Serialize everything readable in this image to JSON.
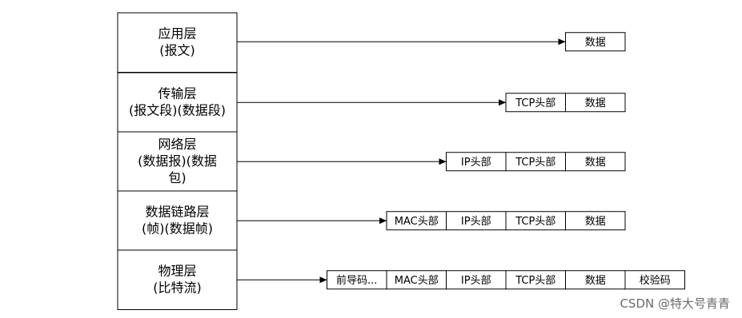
{
  "layers": [
    {
      "name": "应用层",
      "unit": [
        "(报文)"
      ],
      "segments": [
        "数据"
      ]
    },
    {
      "name": "传输层",
      "unit": [
        "(报文段)(数据段)"
      ],
      "segments": [
        "TCP头部",
        "数据"
      ]
    },
    {
      "name": "网络层",
      "unit": [
        "(数据报)(数据",
        "包)"
      ],
      "segments": [
        "IP头部",
        "TCP头部",
        "数据"
      ]
    },
    {
      "name": "数据链路层",
      "unit": [
        "(帧)(数据帧)"
      ],
      "segments": [
        "MAC头部",
        "IP头部",
        "TCP头部",
        "数据"
      ]
    },
    {
      "name": "物理层",
      "unit": [
        "(比特流)"
      ],
      "segments": [
        "前导码...",
        "MAC头部",
        "IP头部",
        "TCP头部",
        "数据",
        "校验码"
      ]
    }
  ],
  "watermark": "CSDN @特大号青青"
}
